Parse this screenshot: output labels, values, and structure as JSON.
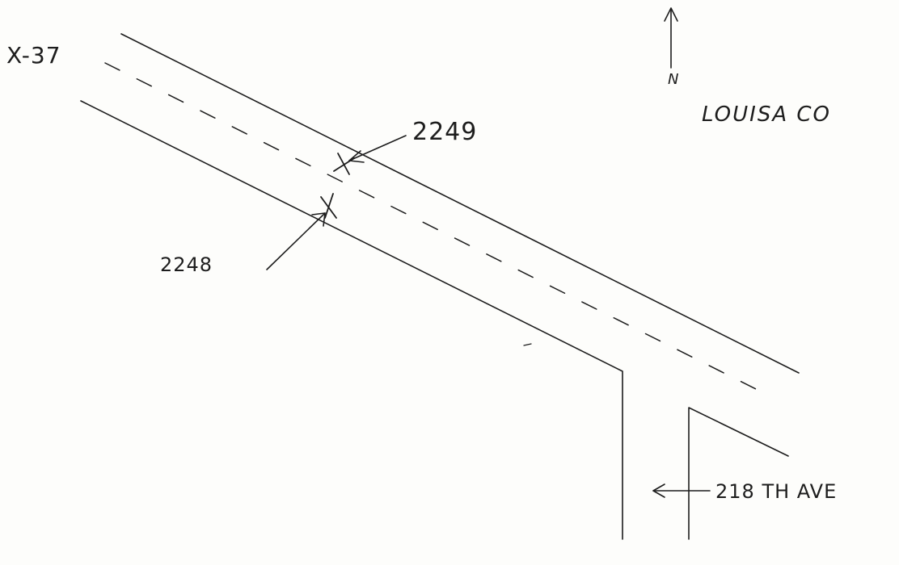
{
  "road_label": "X-37",
  "county_label": "LOUISA CO",
  "north_label": "N",
  "markers": [
    {
      "label": "2249"
    },
    {
      "label": "2248"
    }
  ],
  "side_road_label": "218 TH AVE",
  "colors": {
    "ink": "#1d1d1d",
    "paper": "#fdfdfb"
  }
}
